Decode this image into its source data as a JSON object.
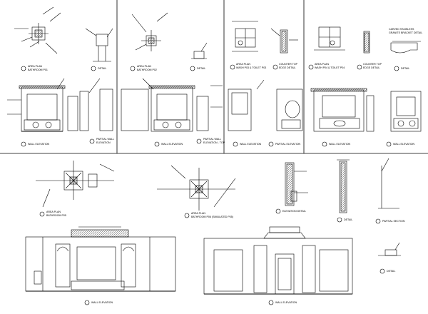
{
  "labels": {
    "area_plan_1": "AREA PLAN",
    "area_plan_1_sub": "BATHROOM P01",
    "detail_1": "DETAIL",
    "area_plan_2": "AREA PLAN",
    "area_plan_2_sub": "BATHROOM P02",
    "detail_2": "DETAIL",
    "area_plan_3": "AREA PLAN",
    "area_plan_3_sub": "WASH P03 & TOILET P03",
    "counter_detail_1": "COUNTER TOP",
    "counter_detail_1_sub": "EDGE DETAIL",
    "area_plan_4": "AREA PLAN",
    "area_plan_4_sub": "WASH P04 & TOILET P04",
    "counter_detail_2": "COUNTER TOP",
    "counter_detail_2_sub": "EDGE DETAIL",
    "detail_4": "DETAIL",
    "bracket_detail": "CARVED STAINLESS",
    "bracket_detail_sub": "GRANITE BRACKET DETAIL",
    "wall_elev_1": "WALL ELEVATION",
    "partial_elev_1": "PARTIAL WALL",
    "partial_elev_1_sub": "ELEVATION",
    "wall_elev_2": "WALL ELEVATION",
    "partial_elev_2": "PARTIAL WALL",
    "partial_elev_2_sub": "ELEVATION - TOP",
    "wall_elev_3": "WALL ELEVATION",
    "partial_elev_3": "PARTIAL ELEVATION",
    "wall_elev_4": "WALL ELEVATION",
    "wall_elev_5": "WALL ELEVATION",
    "area_plan_5": "AREA PLAN",
    "area_plan_5_sub": "BATHROOM P05",
    "area_plan_6": "AREA PLAN",
    "area_plan_6_sub": "BATHROOM P06 (SIMULATED P05)",
    "elevation_detail": "ELEVATION DETAIL",
    "detail_6": "DETAIL",
    "partial_section": "PARTIAL SECTION",
    "wall_elev_6": "WALL ELEVATION",
    "wall_elev_7": "WALL ELEVATION",
    "detail_7": "DETAIL"
  }
}
